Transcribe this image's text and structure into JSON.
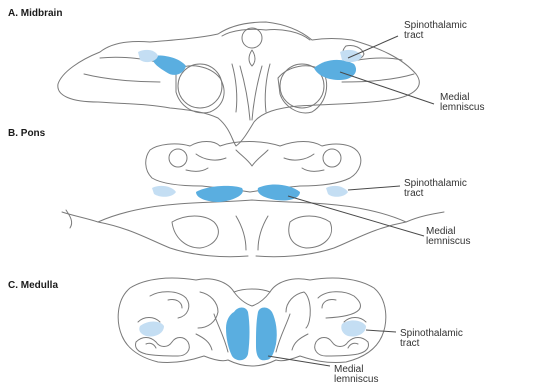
{
  "panels": {
    "midbrain": {
      "title": "A. Midbrain",
      "label_spinothalamic": [
        "Spinothalamic",
        "tract"
      ],
      "label_medial": [
        "Medial",
        "lemniscus"
      ]
    },
    "pons": {
      "title": "B. Pons",
      "label_spinothalamic": [
        "Spinothalamic",
        "tract"
      ],
      "label_medial": [
        "Medial",
        "lemniscus"
      ]
    },
    "medulla": {
      "title": "C. Medulla",
      "label_spinothalamic": [
        "Spinothalamic",
        "tract"
      ],
      "label_medial": [
        "Medial",
        "lemniscus"
      ]
    }
  },
  "colors": {
    "medial_lemniscus": "#5aaee0",
    "spinothalamic_tract": "#c4def3",
    "outline": "#7a7a7a"
  }
}
